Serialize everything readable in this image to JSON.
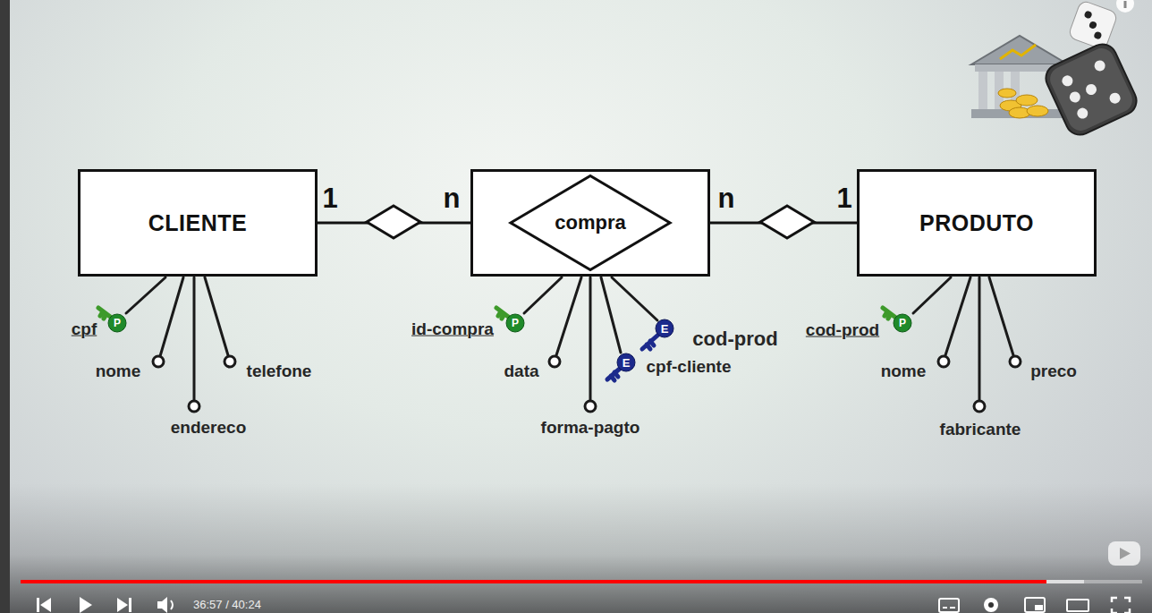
{
  "diagram": {
    "nodes": [
      {
        "text": [
          "CLIENTE"
        ]
      },
      {
        "text": [
          "compra"
        ]
      },
      {
        "text": [
          "PRODUTO"
        ]
      }
    ],
    "edges": [
      {
        "from": 0,
        "to": 1,
        "arrow": "none"
      },
      {
        "from": 1,
        "to": 2,
        "arrow": "none"
      }
    ],
    "labels": [
      "1",
      "n",
      "n",
      "1",
      "cpf",
      "P",
      "nome",
      "endereco",
      "telefone",
      "id-compra",
      "P",
      "data",
      "forma-pagto",
      "E",
      "cpf-cliente",
      "E",
      "cod-prod",
      "cod-prod",
      "P",
      "nome",
      "fabricante",
      "preco",
      "36:57 / 40:24"
    ]
  }
}
